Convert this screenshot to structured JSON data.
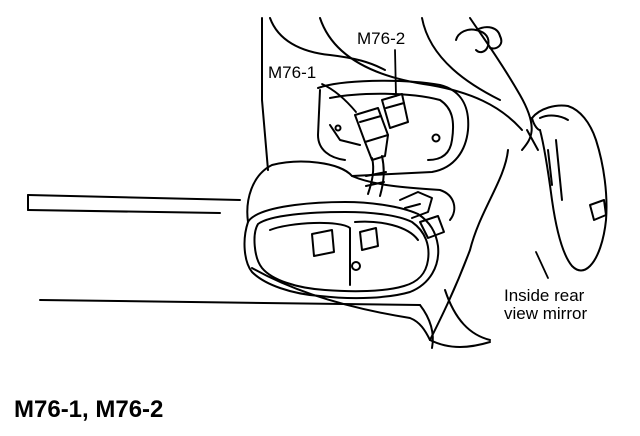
{
  "callouts": {
    "connector_2": "M76-2",
    "connector_1": "M76-1",
    "mirror_line1": "Inside rear",
    "mirror_line2": "view mirror"
  },
  "caption": "M76-1,  M76-2",
  "colors": {
    "ink": "#000000",
    "paper": "#ffffff"
  }
}
